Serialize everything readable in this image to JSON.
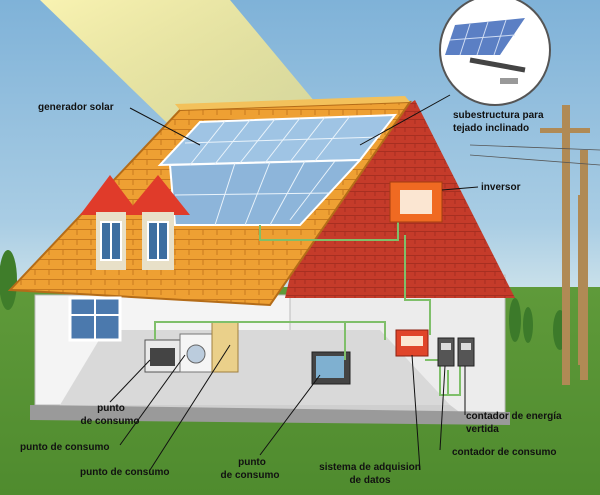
{
  "labels": {
    "generador": "generador solar",
    "subestructura_1": "subestructura para",
    "subestructura_2": "tejado inclinado",
    "inversor": "inversor",
    "punto1_a": "punto",
    "punto1_b": "de consumo",
    "punto2": "punto de consumo",
    "punto3": "punto de consumo",
    "punto4_a": "punto",
    "punto4_b": "de consumo",
    "sistema_1": "sistema de adquision",
    "sistema_2": "de datos",
    "contador_energia_1": "contador de energía",
    "contador_energia_2": "vertida",
    "contador_consumo": "contador de consumo"
  },
  "colors": {
    "sky": "#8fbedd",
    "grass": "#4f8b2e",
    "roof_tile": "#e89a2a",
    "gable_red": "#c23a28",
    "wall": "#f2f2f2",
    "panel": "#8fb8dc",
    "inverter": "#ef6a25",
    "cable": "#7fbf6a"
  }
}
